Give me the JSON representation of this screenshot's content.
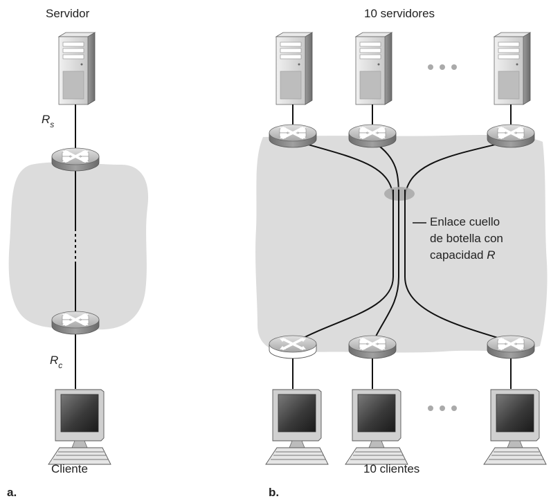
{
  "panel_a": {
    "title": "Servidor",
    "rate_server": {
      "symbol": "R",
      "sub": "s"
    },
    "rate_client": {
      "symbol": "R",
      "sub": "c"
    },
    "client_label": "Cliente",
    "panel_label": "a."
  },
  "panel_b": {
    "title": "10 servidores",
    "client_label": "10 clientes",
    "panel_label": "b.",
    "bottleneck": {
      "line1": "Enlace cuello",
      "line2": "de botella con",
      "line3_prefix": "capacidad ",
      "line3_symbol": "R"
    }
  },
  "colors": {
    "cloud": "#dcdcdc",
    "router_top": "#b8b8b8",
    "router_side": "#8c8c8c",
    "server_body": "#d9d9d9",
    "line": "#111111"
  }
}
